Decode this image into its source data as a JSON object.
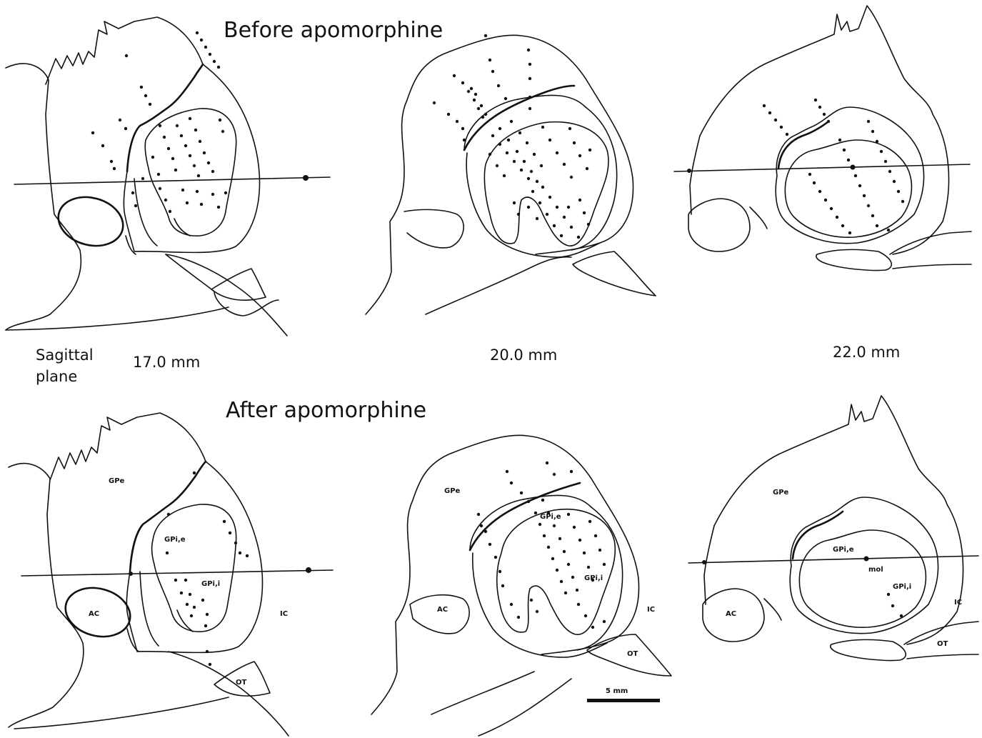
{
  "titles": {
    "before": "Before apomorphine",
    "after": "After apomorphine"
  },
  "plane_label": {
    "line1": "Sagittal",
    "line2": "plane"
  },
  "sections": [
    {
      "mm": "17.0 mm"
    },
    {
      "mm": "20.0 mm"
    },
    {
      "mm": "22.0 mm"
    }
  ],
  "labels": {
    "gpe": "GPe",
    "gpie": "GPi,e",
    "gpii": "GPi,i",
    "ac": "AC",
    "ic": "IC",
    "ot": "OT",
    "mol": "mol"
  },
  "scale_bar": "5 mm"
}
